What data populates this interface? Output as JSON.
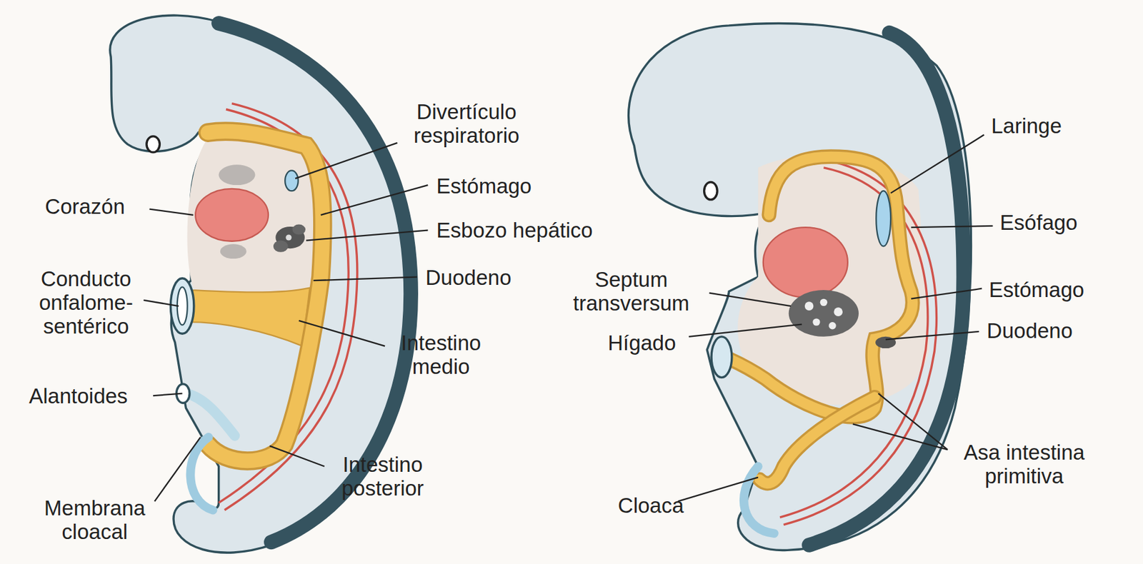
{
  "diagram": {
    "labels": [
      "Divertículo respiratorio",
      "Estómago",
      "Corazón",
      "Esbozo hepático",
      "Conducto onfalome- sentérico",
      "Duodeno",
      "Intestino medio",
      "Alantoides",
      "Intestino posterior",
      "Membrana cloacal",
      "Laringe",
      "Esófago",
      "Septum transversum",
      "Estómago",
      "Hígado",
      "Duodeno",
      "Asa intestina primitiva",
      "Cloaca"
    ]
  }
}
